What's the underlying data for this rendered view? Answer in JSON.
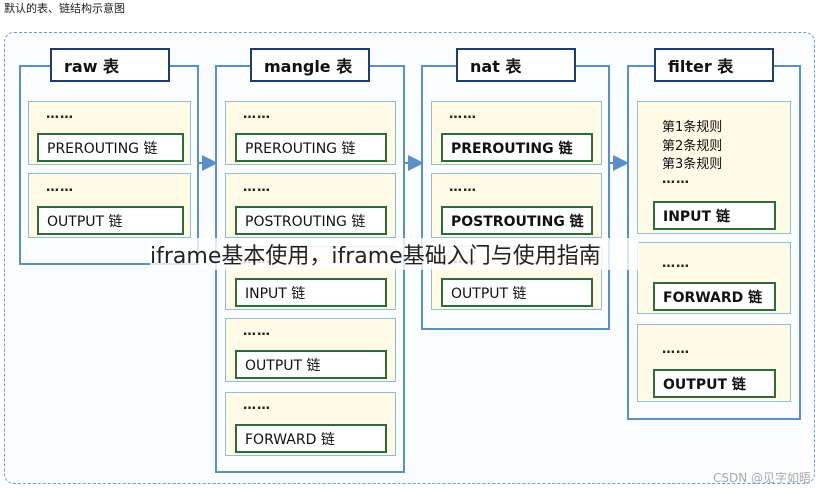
{
  "caption": "默认的表、链结构示意图",
  "tables": {
    "raw": {
      "title": "raw 表",
      "chains": [
        {
          "dots": "……",
          "label": "PREROUTING 链"
        },
        {
          "dots": "……",
          "label": "OUTPUT 链"
        }
      ]
    },
    "mangle": {
      "title": "mangle 表",
      "chains": [
        {
          "dots": "……",
          "label": "PREROUTING 链"
        },
        {
          "dots": "……",
          "label": "POSTROUTING 链"
        },
        {
          "dots": "……",
          "label": "INPUT 链"
        },
        {
          "dots": "……",
          "label": "OUTPUT 链"
        },
        {
          "dots": "……",
          "label": "FORWARD 链"
        }
      ]
    },
    "nat": {
      "title": "nat 表",
      "chains": [
        {
          "dots": "……",
          "label": "PREROUTING 链"
        },
        {
          "dots": "……",
          "label": "POSTROUTING 链"
        },
        {
          "dots": "……",
          "label": "OUTPUT 链"
        }
      ]
    },
    "filter": {
      "title": "filter 表",
      "rules": [
        "第1条规则",
        "第2条规则",
        "第3条规则"
      ],
      "chains": [
        {
          "dots": "……",
          "label": "INPUT 链"
        },
        {
          "dots": "……",
          "label": "FORWARD 链"
        },
        {
          "dots": "……",
          "label": "OUTPUT 链"
        }
      ]
    }
  },
  "watermark": "iframe基本使用，iframe基础入门与使用指南",
  "credit": "CSDN @见字如晤"
}
